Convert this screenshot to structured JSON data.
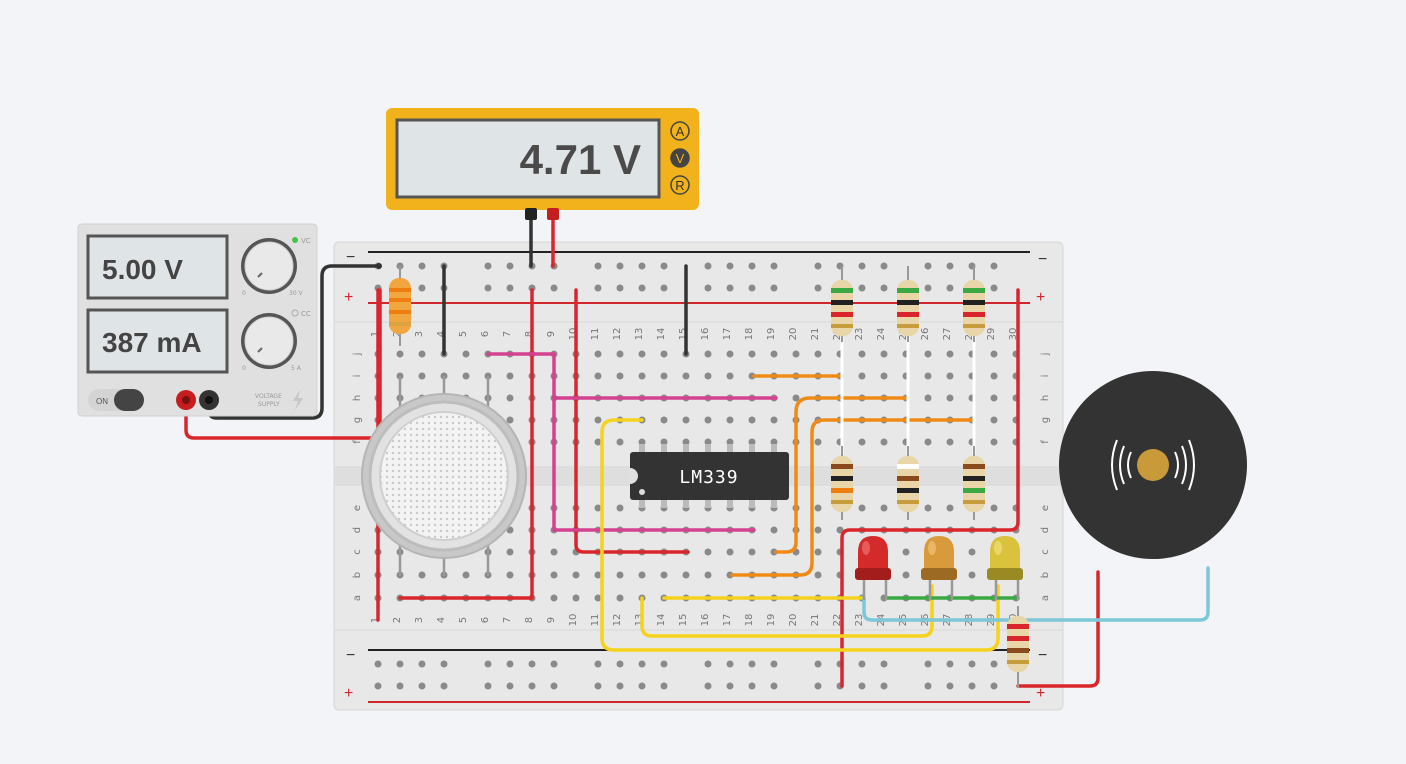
{
  "power_supply": {
    "voltage_display": "5.00 V",
    "current_display": "387 mA",
    "on_label": "ON",
    "vc_label": "VC",
    "cc_label": "CC",
    "voltage_knob_min": "0",
    "voltage_knob_max": "30 V",
    "current_knob_min": "0",
    "current_knob_max": "5 A",
    "brand_label_1": "VOLTAGE",
    "brand_label_2": "SUPPLY"
  },
  "multimeter": {
    "display": "4.71 V",
    "modes": [
      "A",
      "V",
      "R"
    ],
    "active_mode": "V"
  },
  "breadboard": {
    "rail_minus": "−",
    "rail_plus": "+",
    "columns": [
      "1",
      "2",
      "3",
      "4",
      "5",
      "6",
      "7",
      "8",
      "9",
      "10",
      "11",
      "12",
      "13",
      "14",
      "15",
      "16",
      "17",
      "18",
      "19",
      "20",
      "21",
      "22",
      "23",
      "24",
      "25",
      "26",
      "27",
      "28",
      "29",
      "30"
    ],
    "rows_top": [
      "j",
      "i",
      "h",
      "g",
      "f"
    ],
    "rows_bottom": [
      "e",
      "d",
      "c",
      "b",
      "a"
    ]
  },
  "ic": {
    "label": "LM339"
  },
  "colors": {
    "wire_red": "#d9262c",
    "wire_black": "#333333",
    "wire_pink": "#d4428f",
    "wire_orange": "#f08a17",
    "wire_yellow": "#f5d21c",
    "wire_green": "#3aa843",
    "wire_lightblue": "#7cc8d8",
    "multimeter_body": "#f2b21c",
    "buzzer_body": "#333333"
  }
}
